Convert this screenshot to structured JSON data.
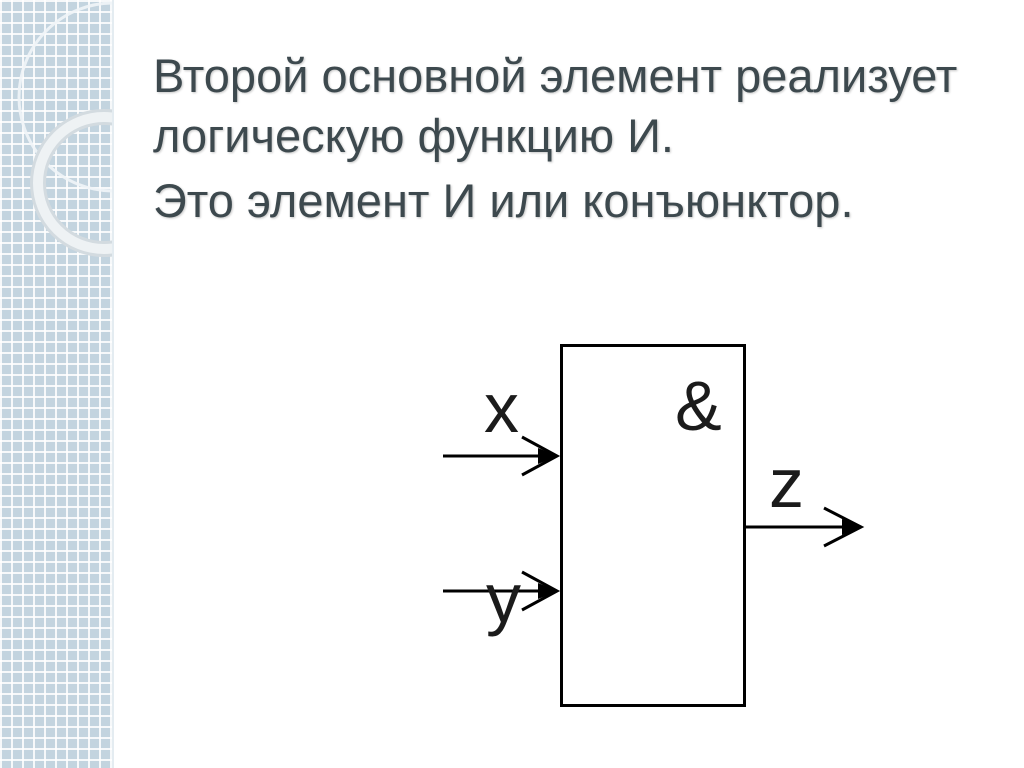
{
  "slide": {
    "title": {
      "paragraphs": [
        {
          "lines": [
            "Второй основной элемент реализует",
            "логическую функцию И."
          ]
        },
        {
          "lines": [
            "Это элемент И или конъюнктор."
          ]
        }
      ]
    }
  },
  "diagram": {
    "gate_symbol": "&",
    "inputs": [
      {
        "label": "x"
      },
      {
        "label": "y"
      }
    ],
    "output": {
      "label": "z"
    }
  },
  "colors": {
    "title_text": "#3d494e",
    "panel_background": "#c3d4df",
    "diagram_stroke": "#000000",
    "diagram_text": "#1b1b1b"
  }
}
